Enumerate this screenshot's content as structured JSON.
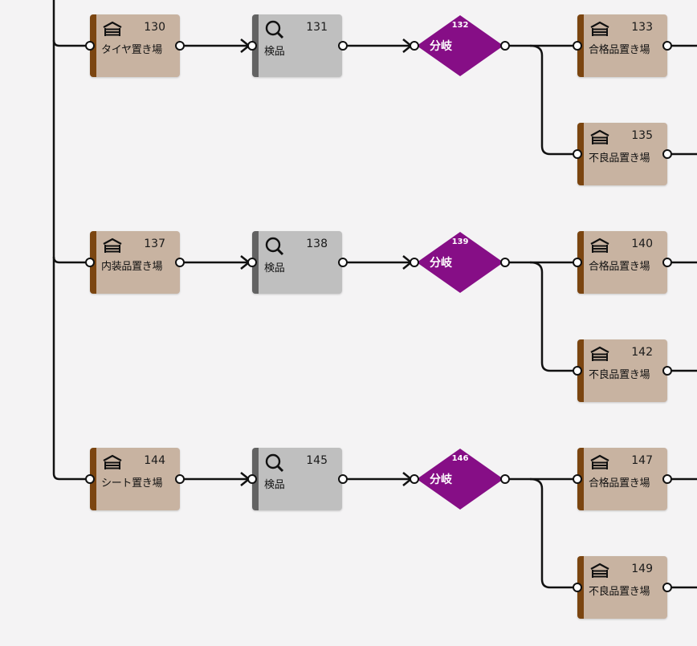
{
  "colors": {
    "storage_fill": "#c8b3a1",
    "storage_bar": "#7b4510",
    "inspect_fill": "#bfbfbf",
    "inspect_bar": "#626262",
    "branch_fill": "#860e86",
    "wire": "#111111",
    "background": "#f4f3f4"
  },
  "rows": [
    {
      "storage": {
        "id": "130",
        "label": "タイヤ置き場",
        "icon": "warehouse-icon"
      },
      "inspect": {
        "id": "131",
        "label": "検品",
        "icon": "magnifier-icon"
      },
      "branch": {
        "id": "132",
        "label": "分岐"
      },
      "pass": {
        "id": "133",
        "label": "合格品置き場",
        "icon": "warehouse-icon"
      },
      "fail": {
        "id": "135",
        "label": "不良品置き場",
        "icon": "warehouse-icon"
      }
    },
    {
      "storage": {
        "id": "137",
        "label": "内装品置き場",
        "icon": "warehouse-icon"
      },
      "inspect": {
        "id": "138",
        "label": "検品",
        "icon": "magnifier-icon"
      },
      "branch": {
        "id": "139",
        "label": "分岐"
      },
      "pass": {
        "id": "140",
        "label": "合格品置き場",
        "icon": "warehouse-icon"
      },
      "fail": {
        "id": "142",
        "label": "不良品置き場",
        "icon": "warehouse-icon"
      }
    },
    {
      "storage": {
        "id": "144",
        "label": "シート置き場",
        "icon": "warehouse-icon"
      },
      "inspect": {
        "id": "145",
        "label": "検品",
        "icon": "magnifier-icon"
      },
      "branch": {
        "id": "146",
        "label": "分岐"
      },
      "pass": {
        "id": "147",
        "label": "合格品置き場",
        "icon": "warehouse-icon"
      },
      "fail": {
        "id": "149",
        "label": "不良品置き場",
        "icon": "warehouse-icon"
      }
    }
  ]
}
